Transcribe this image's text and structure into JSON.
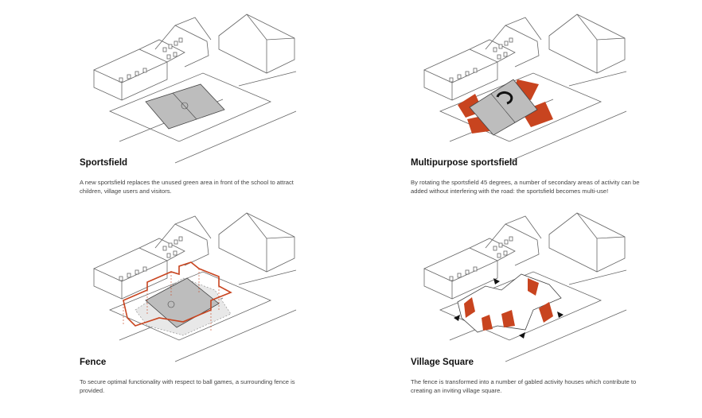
{
  "panels": [
    {
      "title": "Sportsfield",
      "text": "A new sportsfield replaces the unused green area in front of the school to attract children, village users and visitors."
    },
    {
      "title": "Multipurpose sportsfield",
      "text": "By rotating the sportsfield 45 degrees, a number of secondary areas of activity can be added without interfering with the road: the sportsfield becomes multi-use!"
    },
    {
      "title": "Fence",
      "text": "To secure optimal functionality with respect to ball games, a surrounding fence is provided."
    },
    {
      "title": "Village Square",
      "text": "The fence is transformed into a number of gabled activity houses which contribute to creating an inviting village square."
    }
  ],
  "colors": {
    "accent": "#c8441f",
    "field": "#bdbdbd",
    "line": "#555555"
  }
}
